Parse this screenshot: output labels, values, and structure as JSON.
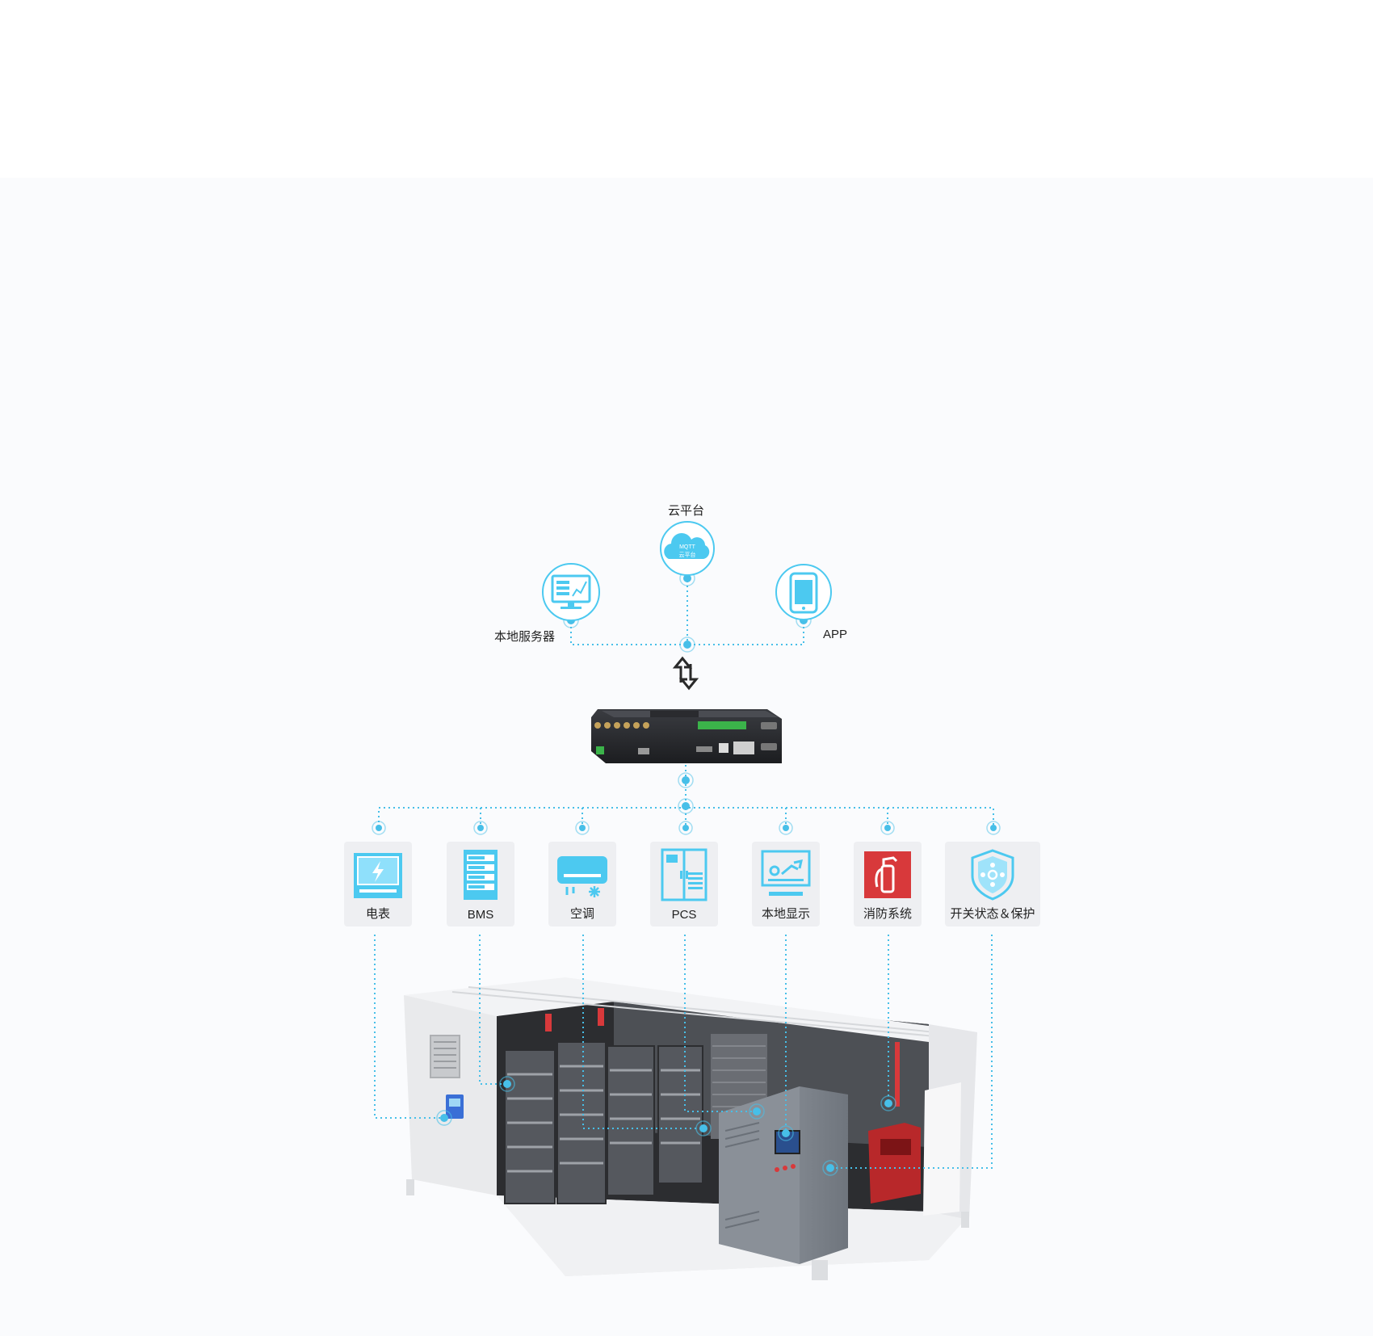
{
  "top_nodes": {
    "cloud": {
      "label": "云平台",
      "icon": "cloud-icon",
      "inner_text_1": "MQTT",
      "inner_text_2": "云平台"
    },
    "server": {
      "label": "本地服务器",
      "icon": "monitor-chart-icon"
    },
    "app": {
      "label": "APP",
      "icon": "smartphone-icon"
    }
  },
  "gateway": {
    "icon": "gateway-device"
  },
  "devices": [
    {
      "label": "电表",
      "icon": "electric-meter-icon"
    },
    {
      "label": "BMS",
      "icon": "bms-rack-icon"
    },
    {
      "label": "空调",
      "icon": "air-conditioner-icon"
    },
    {
      "label": "PCS",
      "icon": "pcs-cabinet-icon"
    },
    {
      "label": "本地显示",
      "icon": "local-display-icon"
    },
    {
      "label": "消防系统",
      "icon": "fire-extinguisher-icon"
    },
    {
      "label": "开关状态＆保护",
      "icon": "shield-switch-icon"
    }
  ],
  "colors": {
    "line": "#47bfe8",
    "icon_cyan": "#4cc9f0",
    "fire_red": "#d8393b",
    "card_bg": "#eeeff2",
    "container_white": "#e9eaec"
  }
}
